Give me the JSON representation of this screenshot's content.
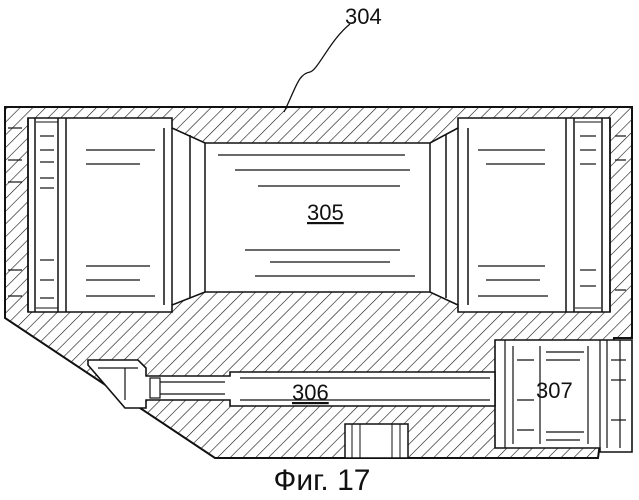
{
  "labels": {
    "ref_304": "304",
    "ref_305": "305",
    "ref_306": "306",
    "ref_307": "307"
  },
  "caption": "Фиг. 17",
  "colors": {
    "ink": "#111111",
    "paper": "#ffffff"
  }
}
